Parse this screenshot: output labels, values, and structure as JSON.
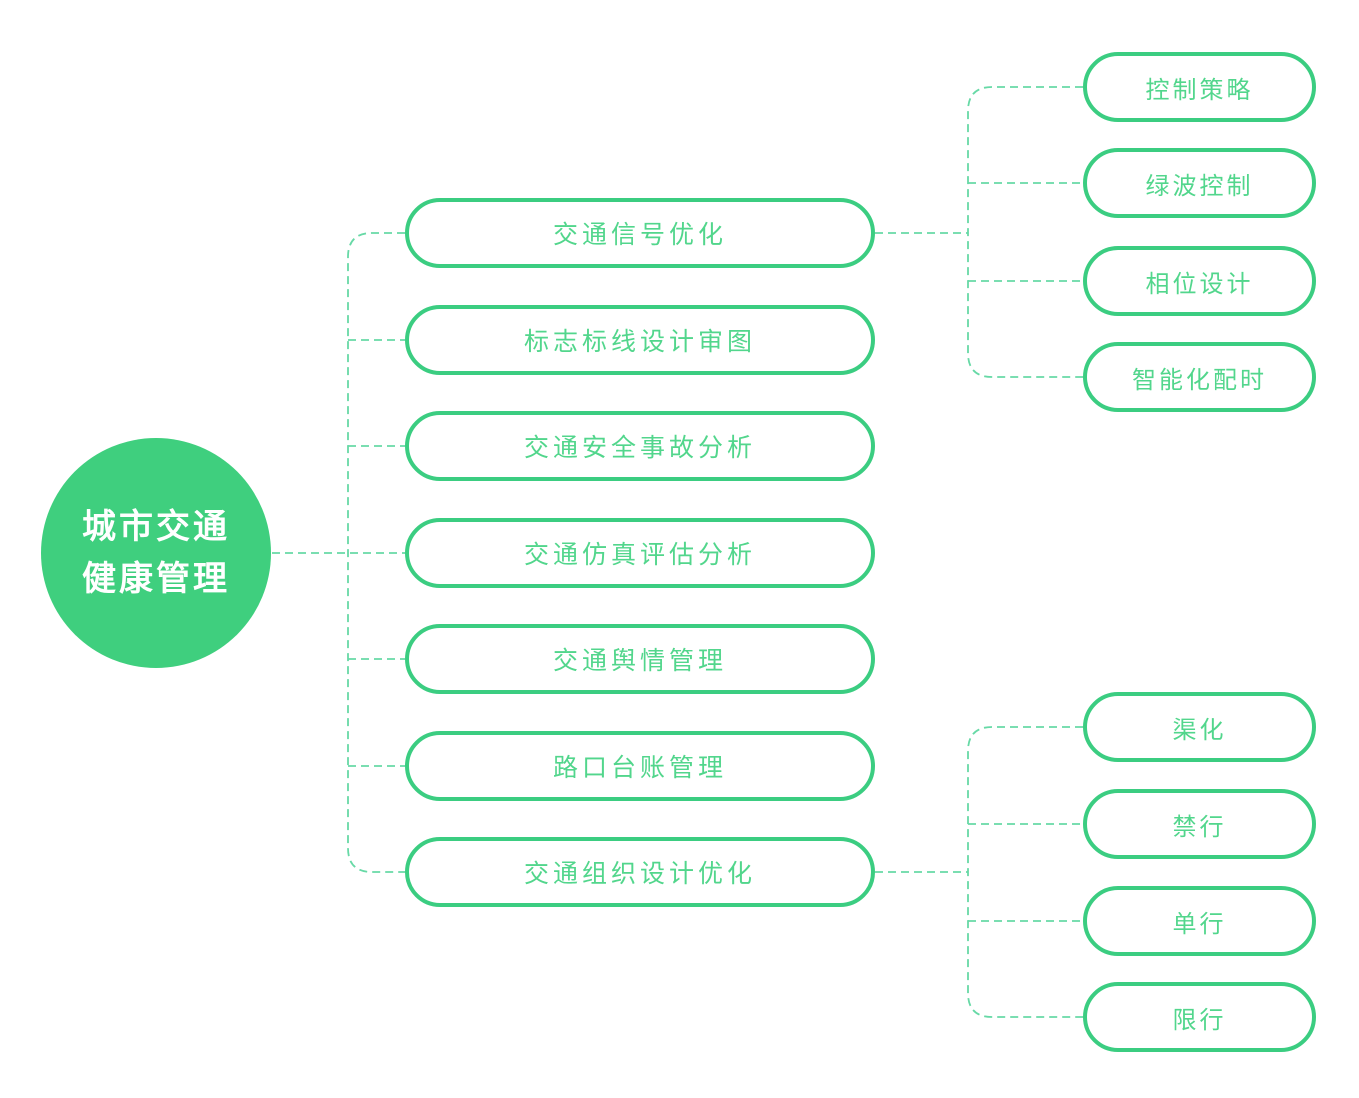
{
  "diagram": {
    "root": {
      "lines": [
        "城市交通",
        "健康管理"
      ]
    },
    "branches": [
      {
        "label": "交通信号优化",
        "children": [
          "控制策略",
          "绿波控制",
          "相位设计",
          "智能化配时"
        ]
      },
      {
        "label": "标志标线设计审图",
        "children": []
      },
      {
        "label": "交通安全事故分析",
        "children": []
      },
      {
        "label": "交通仿真评估分析",
        "children": []
      },
      {
        "label": "交通舆情管理",
        "children": []
      },
      {
        "label": "路口台账管理",
        "children": []
      },
      {
        "label": "交通组织设计优化",
        "children": [
          "渠化",
          "禁行",
          "单行",
          "限行"
        ]
      }
    ],
    "colors": {
      "node_border": "#3bcd81",
      "node_text": "#52d68c",
      "root_fill": "#3fcf7e",
      "root_text": "#ffffff",
      "connector": "#67d9a6",
      "background": "#ffffff"
    }
  }
}
